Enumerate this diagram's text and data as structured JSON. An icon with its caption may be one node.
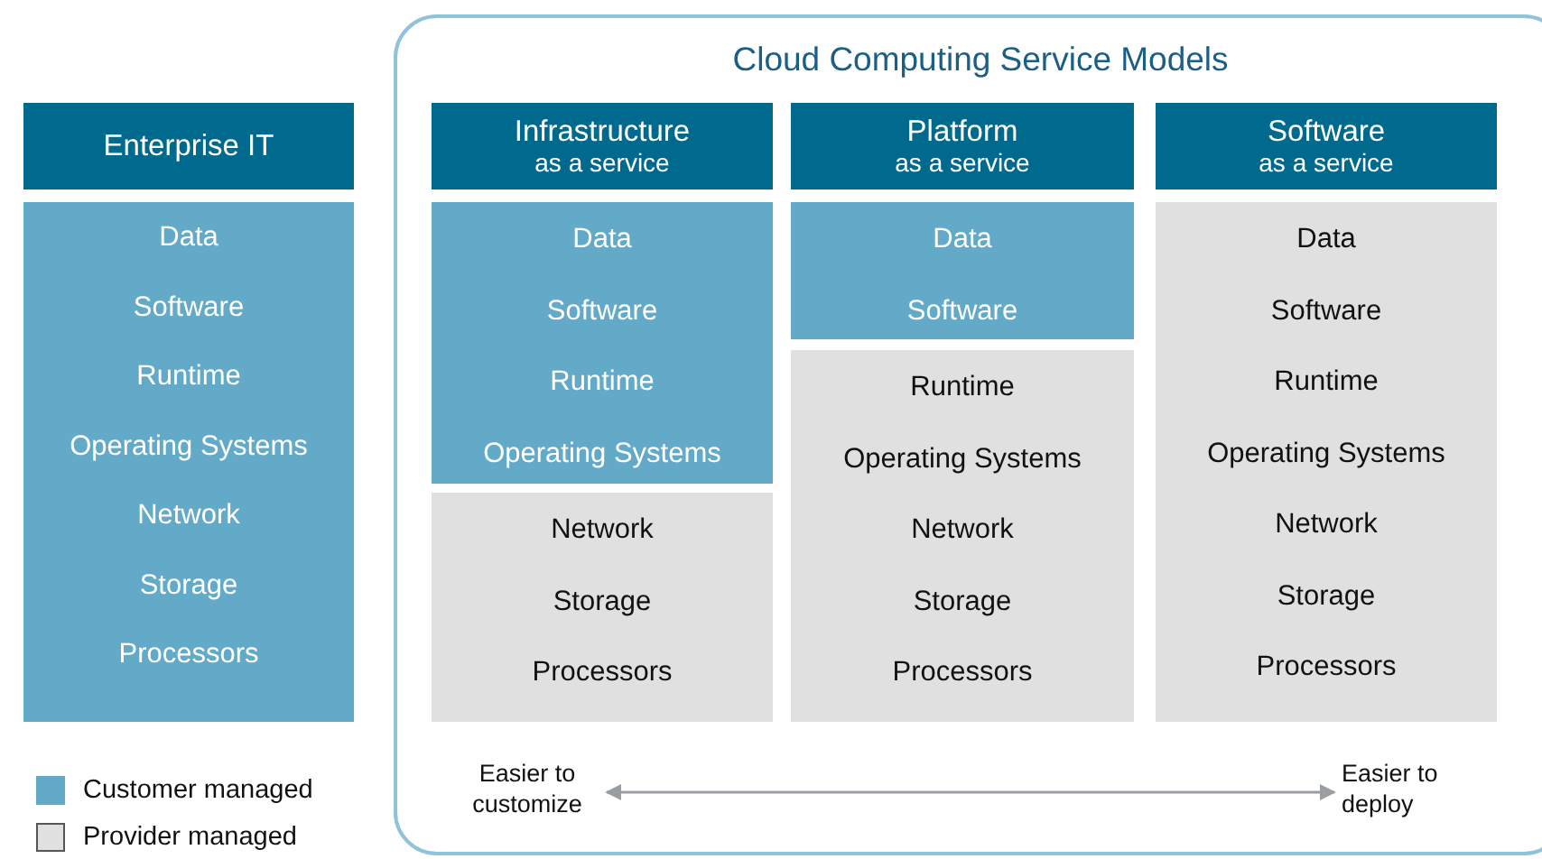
{
  "diagram": {
    "nodes": [
      {
        "text": [
          "Cloud Computing Service Models"
        ]
      },
      {
        "text": [
          "Enterprise IT"
        ]
      },
      {
        "text": [
          "Data",
          "Software",
          "Runtime",
          "Operating Systems",
          "Network",
          "Storage",
          "Processors"
        ]
      },
      {
        "text": [
          "Infrastructure",
          "as a service"
        ],
        "in": 0
      },
      {
        "text": [
          "Data",
          "Software",
          "Runtime",
          "Operating Systems"
        ],
        "in": 0
      },
      {
        "text": [
          "Network",
          "Storage",
          "Processors"
        ],
        "in": 0
      },
      {
        "text": [
          "Platform",
          "as a service"
        ],
        "in": 0
      },
      {
        "text": [
          "Data",
          "Software"
        ],
        "in": 0
      },
      {
        "text": [
          "Runtime",
          "Operating Systems",
          "Network",
          "Storage",
          "Processors"
        ],
        "in": 0
      },
      {
        "text": [
          "Software",
          "as a service"
        ],
        "in": 0
      },
      {
        "text": [
          "Data",
          "Software",
          "Runtime",
          "Operating Systems",
          "Network",
          "Storage",
          "Processors"
        ],
        "in": 0
      },
      {
        "text": [
          "Easier to customize"
        ],
        "in": 0
      },
      {
        "text": [
          "Easier to deploy"
        ],
        "in": 0
      }
    ],
    "edges": [
      {
        "from": 11,
        "to": 12,
        "arrow": "both",
        "color": "#9a9ea3"
      }
    ],
    "legend": [
      {
        "text": "Customer managed",
        "color": "#62aac8"
      },
      {
        "text": "Provider managed",
        "color": "#e0e0e0"
      }
    ]
  }
}
